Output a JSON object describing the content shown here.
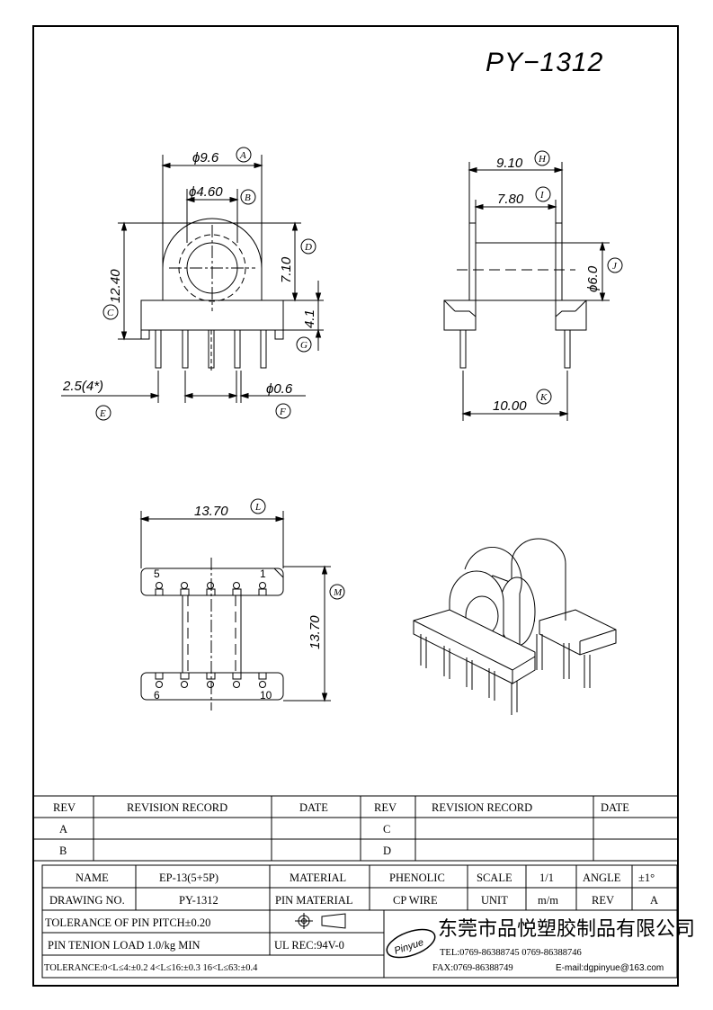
{
  "drawing_number": "PY−1312",
  "dimensions": {
    "A": {
      "letter": "A",
      "text": "ϕ9.6"
    },
    "B": {
      "letter": "B",
      "text": "ϕ4.60"
    },
    "C": {
      "letter": "C",
      "text": "12.40"
    },
    "D": {
      "letter": "D",
      "text": "7.10"
    },
    "E": {
      "letter": "E",
      "text": "2.5(4*)"
    },
    "F": {
      "letter": "F",
      "text": "ϕ0.6"
    },
    "G": {
      "letter": "G",
      "text": "4.1"
    },
    "H": {
      "letter": "H",
      "text": "9.10"
    },
    "I": {
      "letter": "I",
      "text": "7.80"
    },
    "J": {
      "letter": "J",
      "text": "ϕ6.0"
    },
    "K": {
      "letter": "K",
      "text": "10.00"
    },
    "L": {
      "letter": "L",
      "text": "13.70"
    },
    "M": {
      "letter": "M",
      "text": "13.70"
    }
  },
  "pin_labels": {
    "p1": "1",
    "p5": "5",
    "p6": "6",
    "p10": "10"
  },
  "revision_table": {
    "headers": [
      "REV",
      "REVISION RECORD",
      "DATE",
      "REV",
      "REVISION RECORD",
      "DATE"
    ],
    "rows": [
      [
        "A",
        "",
        "",
        "C",
        "",
        ""
      ],
      [
        "B",
        "",
        "",
        "D",
        "",
        ""
      ]
    ]
  },
  "title_block": {
    "name_label": "NAME",
    "name_value": "EP-13(5+5P)",
    "material_label": "MATERIAL",
    "material_value": "PHENOLIC",
    "scale_label": "SCALE",
    "scale_value": "1/1",
    "angle_label": "ANGLE",
    "angle_value": "±1°",
    "drawing_no_label": "DRAWING NO.",
    "drawing_no_value": "PY-1312",
    "pin_material_label": "PIN MATERIAL",
    "pin_material_value": "CP WIRE",
    "unit_label": "UNIT",
    "unit_value": "m/m",
    "rev_label": "REV",
    "rev_value": "A",
    "tolerance_pin_pitch": "TOLERANCE OF PIN PITCH±0.20",
    "pin_tension": "PIN TENION LOAD 1.0/kg MIN",
    "ul_rec": "UL REC:94V-0",
    "tolerance_line": "TOLERANCE:0<L≤4:±0.2  4<L≤16:±0.3  16<L≤63:±0.4",
    "company_name": "东莞市品悦塑胶制品有限公司",
    "logo_text": "Pinyue",
    "tel": "TEL:0769-86388745    0769-86388746",
    "fax": "FAX:0769-86388749",
    "email": "E-mail:dgpinyue@163.com"
  }
}
